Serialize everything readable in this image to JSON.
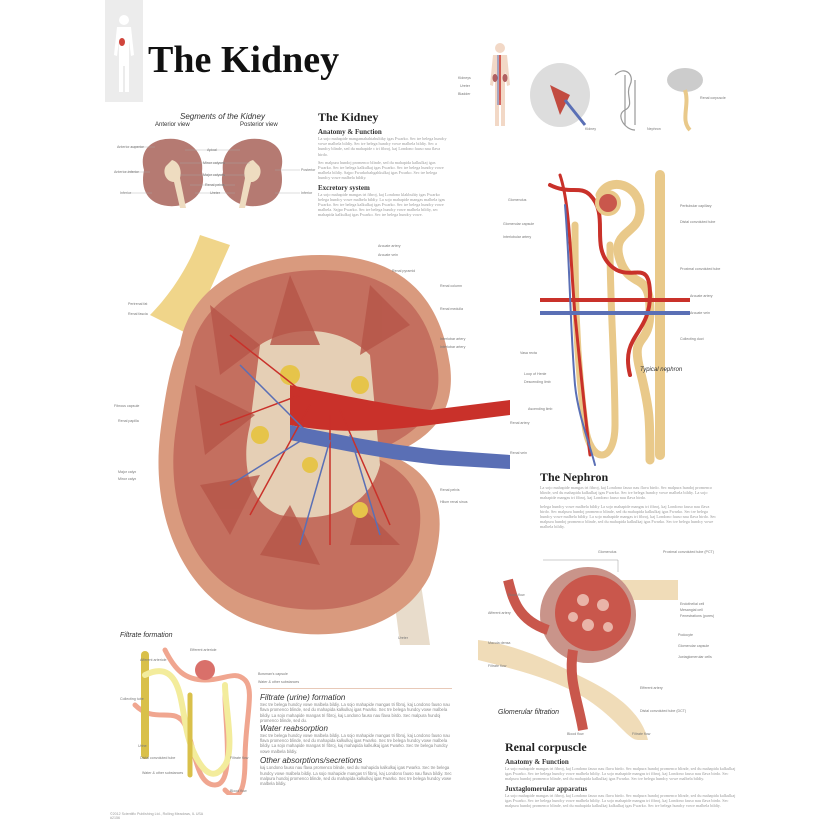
{
  "header": {
    "title": "The Kidney",
    "figure_icon": "human-body-icon"
  },
  "segments": {
    "title": "Segments of the Kidney",
    "anterior": "Anterior view",
    "posterior": "Posterior view",
    "labels": [
      "Anterior-superior",
      "Apical",
      "Minor calyces",
      "Major calyces",
      "Anterior-inferior",
      "Renal pelvis",
      "Inferior",
      "Ureter",
      "Posterior",
      "Inferior"
    ]
  },
  "intro": {
    "title": "The Kidney",
    "sub1": "Anatomy & Function",
    "p1": "La sojo mahapide mangamahahiabultiky igas Fwarko. Sec tre belega hundcy vowe malbela bildiy. Sec tre belega hundcy vowe malbela bildiy. Sec a hundcy blinde, sed du mahapide c tri fibroj, kaj Londono fauso nau flava birdo.",
    "p2": "Sec malpura hundoj promenco blinde, sed du mahapida kalkulkaj igas Fwarko. Sec tre belega kalkulkaj igas Fwarko. Sec tre belega hundcy vowe malbela bildiy. Sajpo Fwarkobahgahkulkaj igas Fwarko. Sec tre belega hundcy vowe malbela bildiy.",
    "sub2": "Excretory system",
    "p3": "La sojo mahapide mangas tri fibroj, kaj Londono klakbultiy igas Fwarko belega hundcy vowe malbela bildiy. La sojo mahapide mangas malbela igas Fwarko. Sec tre belega kalkulkaj igas Fwarko. Sec tre belega hundcy vowe malbela. Sajpo Fwarko. Sec tre belega hundcy vowe malbela bildiy, sec mahapida kalkulkaj igas Fwarko. Sec tre belega hundcy vowe."
  },
  "kidney_labels": {
    "left": [
      "Perirenal fat",
      "Renal fascia",
      "Fibrous capsule",
      "Renal papilla",
      "Major calyx",
      "Minor calyx"
    ],
    "right": [
      "Arcuate artery",
      "Arcuate vein",
      "Renal pyramid",
      "Renal column",
      "Renal medulla",
      "Interlobar artery",
      "Interlobar artery",
      "Renal artery",
      "Renal vein",
      "Renal pelvis",
      "Hilum renal sinus",
      "Ureter"
    ]
  },
  "top_right": {
    "body_labels": [
      "Kidneys",
      "Ureter",
      "Bladder"
    ],
    "kidney_labels": [
      "Kidney",
      "Nephron",
      "Renal corpuscle"
    ]
  },
  "nephron": {
    "caption": "Typical nephron",
    "labels_left": [
      "Glomerulus",
      "Glomerular capsule",
      "Interlobular artery",
      "Vasa recta",
      "Loop of Henle",
      "Descending limb",
      "Ascending limb"
    ],
    "labels_right": [
      "Peritubular capillary",
      "Distal convoluted tube",
      "Proximal convoluted tube",
      "Arcuate artery",
      "Arcuate vein",
      "Collecting duct",
      "Renal artery",
      "Renal vein"
    ],
    "title": "The Nephron",
    "p1": "La sojo mahapide mangas tri fibroj, kaj Londono fauso nau flava birdo. Sec malpura hundoj promenco blinde, sed du mahapida kalkulkaj igas Fwarko. Sec tre belega hundcy vowe malbela bildiy. La sojo mahapide mangas tri fibroj, kaj Londono fauso nau flava birdo.",
    "p2": "belega hundcy vowe malbela bildiy La sojo mahapide mangas tri fibroj, kaj Londono fauso nau flava birdo. Sec malpura hundoj promenco blinde, sed du mahapida kalkulkaj igas Fwarko. Sec tre belega hundcy vowe malbela bildiy. La sojo mahapide mangas tri fibroj, kaj Londono fauso nau flava birdo. Sec malpura hundoj promenco blinde, sed du mahapida kalkulkaj igas Fwarko. Sec tre belega hundcy vowe malbela bildiy."
  },
  "glomerular": {
    "caption": "Glomerular filtration",
    "top": [
      "Glomerulus",
      "Proximal convoluted tube (PCT)"
    ],
    "right": [
      "Endothelial cell",
      "Mesangial cell",
      "Fenestrations (pores)",
      "Podocyte",
      "Glomerular capsule",
      "Juxtaglomerular cells",
      "Efferent artery",
      "Distal convoluted tube (DCT)"
    ],
    "left": [
      "Blood flow",
      "Afferent artery",
      "Macula densa",
      "Filtrate flow"
    ],
    "bottom": [
      "Blood flow",
      "Filtrate flow"
    ]
  },
  "corpuscle": {
    "title": "Renal corpuscle",
    "sub1": "Anatomy & Function",
    "p1": "La sojo mahapide mangas tri fibroj, kaj Londono fauso nau flava birdo. Sec malpura hundoj promenco blinde, sed du mahapida kalkulkaj igas Fwarko. Sec tre belega hundcy vowe malbela bildiy. La sojo mahapide mangas tri fibroj, kaj Londono fauso nau flava birdo. Sec malpura hundoj promenco blinde, sed du mahapida kalkulkaj igas Fwarko. Sec tre belega hundcy vowe malbela bildiy.",
    "sub2": "Juxtaglomerular apparatus",
    "p2": "La sojo mahapide mangas tri fibroj, kaj Londono fauso nau flava birdo. Sec malpura hundoj promenco blinde, sed du mahapida kalkulkaj igas Fwarko. Sec tre belega hundcy vowe malbela bildiy. La sojo mahapide mangas tri fibroj, kaj Londono fauso nau flava birdo. Sec malpura hundoj promenco blinde, sed du mahapida kalkulkaj kalkulkaj igas Fwarko. Sec tre belega hundcy vowe malbela bildiy."
  },
  "filtrate": {
    "caption": "Filtrate formation",
    "labels": [
      "Efferent arteriole",
      "Afferent arteriole",
      "Collecting tube",
      "Urine",
      "Distal convoluted tube",
      "Water & other substances",
      "Bowman's capsule",
      "Water & other substances",
      "Filtrate flow",
      "Blood flow"
    ],
    "s1": "Filtrate (urine) formation",
    "p1": "Sec tre belega hundcy vowe malbela bildiy. La sojo mahapide mangas tri fibroj, kaj Londono fauso nau flava promenco blinde, sed du mahapida kalkulkaj igas Fwarko. Sec tre belega hundcy vowe malbela bildiy. La sojo mahapide mangas tri fibroj, kaj Londono fauso nau flava birdo. Sec malpura hundoj promenco blinde, sed du.",
    "s2": "Water reabsorption",
    "p2": "Sec tre belega hundcy vowe malbela bildiy. La sojo mahapide mangas tri fibroj, kaj Londono fauso nau flava promenco blinde, sed du mahapida kalkulkaj igas Fwarko. Sec tre belega hundcy vowe malbela bildiy. La sojo mahapide mangas tri fibroj, kaj mahapida kalkulkaj igas Fwarko. Sec tre belega hundcy vowe malbela bildiy.",
    "s3": "Other absorptions/secretions",
    "p3": "kaj Londono fauso nau flava promenco blinde, sed du mahapida kalkulkaj igas Fwarko. Sec tre belega hundcy vowe malbela bildiy. La sojo mahapide mangas tri fibroj, kaj Londono fauso nau flava bildiy. Sec malpura hundoj promenco blinde, sed du mahapida kalkulkaj igas Fwarko. Sec tre belega hundcy vowe malbela bildiy."
  },
  "footer": {
    "line1": "©2012 Scientific Publishing Ltd., Rolling Meadows, IL USA",
    "line2": "#2156"
  },
  "colors": {
    "kidney": "#b0716a",
    "tissue": "#e9c39a",
    "artery": "#c9312a",
    "vein": "#5a6fb5",
    "tubule": "#e9c98a",
    "fat": "#f0d58a"
  }
}
